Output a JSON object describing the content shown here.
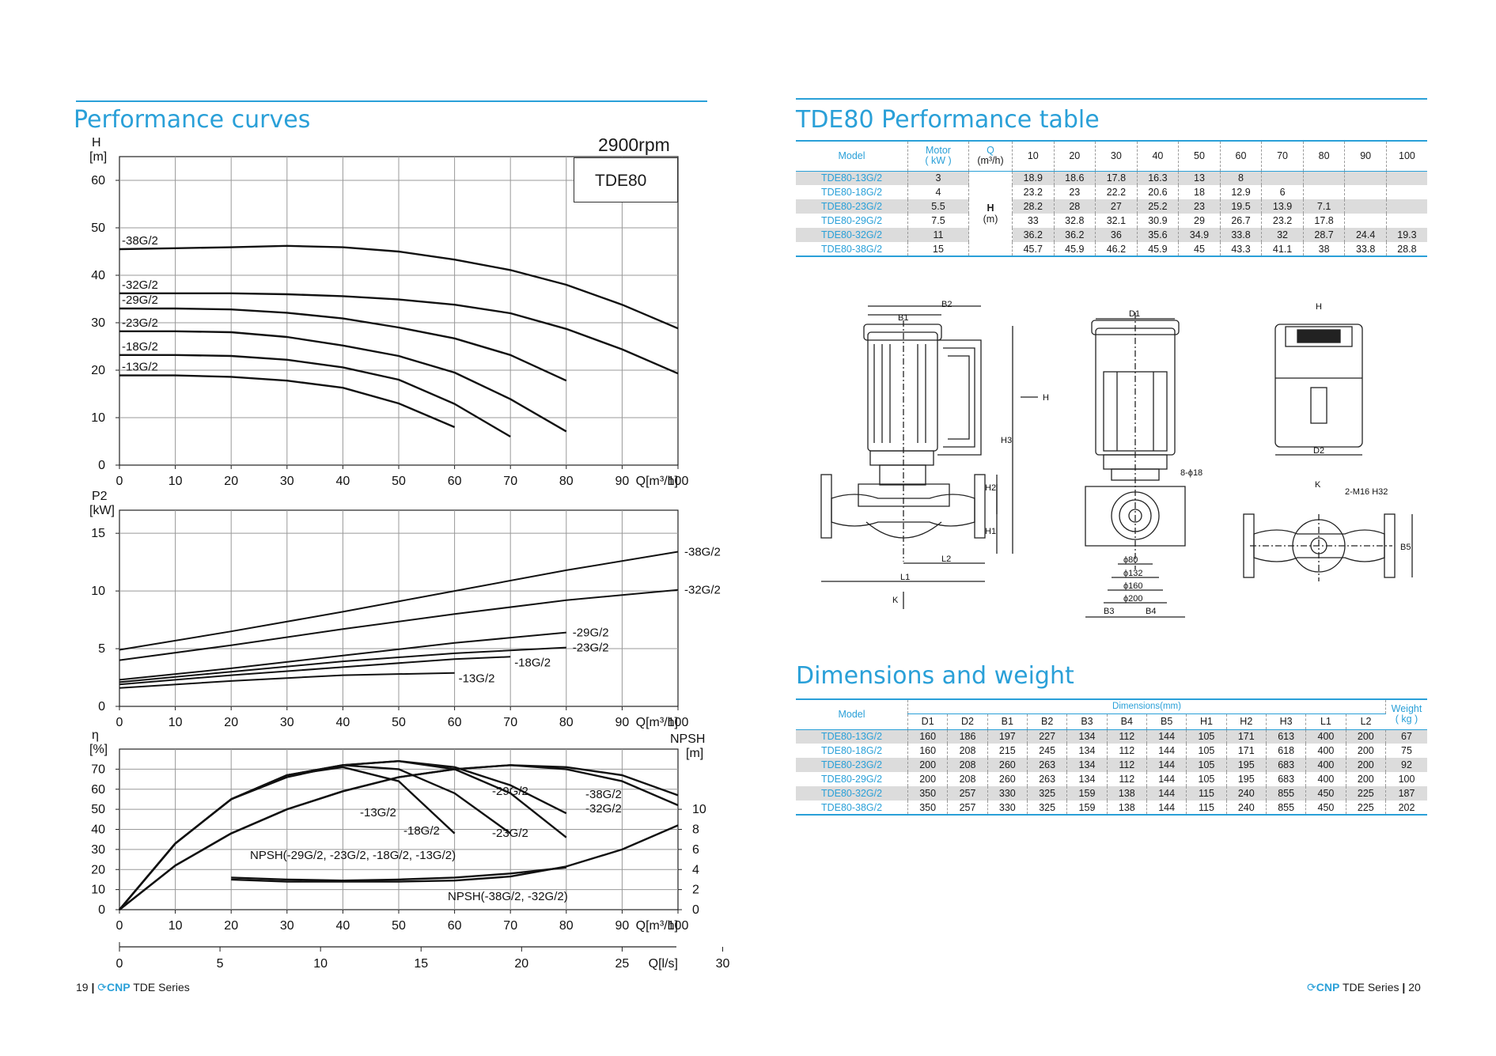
{
  "left": {
    "title": "Performance curves",
    "speed": "2900rpm",
    "model_box": "TDE80",
    "footer": {
      "page": "19",
      "brand": "CNP",
      "series": "TDE Series"
    }
  },
  "right": {
    "perf_title": "TDE80 Performance table",
    "dim_title": "Dimensions and weight",
    "footer": {
      "page": "20",
      "brand": "CNP",
      "series": "TDE Series"
    }
  },
  "perf_table": {
    "col_model": "Model",
    "col_motor": "Motor",
    "col_motor_unit": "( kW )",
    "col_q": "Q",
    "col_q_unit": "(m³/h)",
    "h_label": "H",
    "h_unit": "(m)",
    "q_values": [
      "10",
      "20",
      "30",
      "40",
      "50",
      "60",
      "70",
      "80",
      "90",
      "100"
    ],
    "rows": [
      {
        "model": "TDE80-13G/2",
        "motor": "3",
        "h": [
          "18.9",
          "18.6",
          "17.8",
          "16.3",
          "13",
          "8",
          "",
          "",
          "",
          ""
        ]
      },
      {
        "model": "TDE80-18G/2",
        "motor": "4",
        "h": [
          "23.2",
          "23",
          "22.2",
          "20.6",
          "18",
          "12.9",
          "6",
          "",
          "",
          ""
        ]
      },
      {
        "model": "TDE80-23G/2",
        "motor": "5.5",
        "h": [
          "28.2",
          "28",
          "27",
          "25.2",
          "23",
          "19.5",
          "13.9",
          "7.1",
          "",
          ""
        ]
      },
      {
        "model": "TDE80-29G/2",
        "motor": "7.5",
        "h": [
          "33",
          "32.8",
          "32.1",
          "30.9",
          "29",
          "26.7",
          "23.2",
          "17.8",
          "",
          ""
        ]
      },
      {
        "model": "TDE80-32G/2",
        "motor": "11",
        "h": [
          "36.2",
          "36.2",
          "36",
          "35.6",
          "34.9",
          "33.8",
          "32",
          "28.7",
          "24.4",
          "19.3"
        ]
      },
      {
        "model": "TDE80-38G/2",
        "motor": "15",
        "h": [
          "45.7",
          "45.9",
          "46.2",
          "45.9",
          "45",
          "43.3",
          "41.1",
          "38",
          "33.8",
          "28.8"
        ]
      }
    ]
  },
  "dim_table": {
    "col_model": "Model",
    "col_dims": "Dimensions",
    "col_dims_unit": "(mm)",
    "col_weight": "Weight",
    "col_weight_unit": "( kg )",
    "dim_cols": [
      "D1",
      "D2",
      "B1",
      "B2",
      "B3",
      "B4",
      "B5",
      "H1",
      "H2",
      "H3",
      "L1",
      "L2"
    ],
    "rows": [
      {
        "model": "TDE80-13G/2",
        "v": [
          "160",
          "186",
          "197",
          "227",
          "134",
          "112",
          "144",
          "105",
          "171",
          "613",
          "400",
          "200"
        ],
        "w": "67"
      },
      {
        "model": "TDE80-18G/2",
        "v": [
          "160",
          "208",
          "215",
          "245",
          "134",
          "112",
          "144",
          "105",
          "171",
          "618",
          "400",
          "200"
        ],
        "w": "75"
      },
      {
        "model": "TDE80-23G/2",
        "v": [
          "200",
          "208",
          "260",
          "263",
          "134",
          "112",
          "144",
          "105",
          "195",
          "683",
          "400",
          "200"
        ],
        "w": "92"
      },
      {
        "model": "TDE80-29G/2",
        "v": [
          "200",
          "208",
          "260",
          "263",
          "134",
          "112",
          "144",
          "105",
          "195",
          "683",
          "400",
          "200"
        ],
        "w": "100"
      },
      {
        "model": "TDE80-32G/2",
        "v": [
          "350",
          "257",
          "330",
          "325",
          "159",
          "138",
          "144",
          "115",
          "240",
          "855",
          "450",
          "225"
        ],
        "w": "187"
      },
      {
        "model": "TDE80-38G/2",
        "v": [
          "350",
          "257",
          "330",
          "325",
          "159",
          "138",
          "144",
          "115",
          "240",
          "855",
          "450",
          "225"
        ],
        "w": "202"
      }
    ]
  },
  "drawing_labels": {
    "b1": "B1",
    "b2": "B2",
    "b3": "B3",
    "b4": "B4",
    "b5": "B5",
    "d1": "D1",
    "d2": "D2",
    "h": "H",
    "h1": "H1",
    "h2": "H2",
    "h3": "H3",
    "l1": "L1",
    "l2": "L2",
    "k": "K",
    "holes": "8-ϕ18",
    "bolt": "2-M16 H32",
    "dia80": "ϕ80",
    "dia132": "ϕ132",
    "dia160": "ϕ160",
    "dia200": "ϕ200"
  },
  "chart_data": [
    {
      "type": "line",
      "title": "",
      "ylabel": "H",
      "yunit": "[m]",
      "xlabel": "Q[m³/h]",
      "xlim": [
        0,
        100
      ],
      "ylim": [
        0,
        65
      ],
      "xticks": [
        0,
        10,
        20,
        30,
        40,
        50,
        60,
        70,
        80,
        90,
        100
      ],
      "yticks": [
        0,
        10,
        20,
        30,
        40,
        50,
        60
      ],
      "grid": true,
      "series": [
        {
          "name": "-38G/2",
          "x": [
            0,
            10,
            20,
            30,
            40,
            50,
            60,
            70,
            80,
            90,
            100
          ],
          "y": [
            45.5,
            45.7,
            45.9,
            46.2,
            45.9,
            45,
            43.3,
            41.1,
            38,
            33.8,
            28.8
          ]
        },
        {
          "name": "-32G/2",
          "x": [
            0,
            10,
            20,
            30,
            40,
            50,
            60,
            70,
            80,
            90,
            100
          ],
          "y": [
            36.2,
            36.2,
            36.2,
            36,
            35.6,
            34.9,
            33.8,
            32,
            28.7,
            24.4,
            19.3
          ]
        },
        {
          "name": "-29G/2",
          "x": [
            0,
            10,
            20,
            30,
            40,
            50,
            60,
            70,
            80
          ],
          "y": [
            33,
            33,
            32.8,
            32.1,
            30.9,
            29,
            26.7,
            23.2,
            17.8
          ]
        },
        {
          "name": "-23G/2",
          "x": [
            0,
            10,
            20,
            30,
            40,
            50,
            60,
            70,
            80
          ],
          "y": [
            28.2,
            28.2,
            28,
            27,
            25.2,
            23,
            19.5,
            13.9,
            7.1
          ]
        },
        {
          "name": "-18G/2",
          "x": [
            0,
            10,
            20,
            30,
            40,
            50,
            60,
            70
          ],
          "y": [
            23.2,
            23.2,
            23,
            22.2,
            20.6,
            18,
            12.9,
            6
          ]
        },
        {
          "name": "-13G/2",
          "x": [
            0,
            10,
            20,
            30,
            40,
            50,
            60
          ],
          "y": [
            18.9,
            18.9,
            18.6,
            17.8,
            16.3,
            13,
            8
          ]
        }
      ]
    },
    {
      "type": "line",
      "title": "",
      "ylabel": "P2",
      "yunit": "[kW]",
      "xlabel": "Q[m³/h]",
      "xlim": [
        0,
        100
      ],
      "ylim": [
        0,
        17
      ],
      "xticks": [
        0,
        10,
        20,
        30,
        40,
        50,
        60,
        70,
        80,
        90,
        100
      ],
      "yticks": [
        0,
        5,
        10,
        15
      ],
      "grid": true,
      "series": [
        {
          "name": "-38G/2",
          "x": [
            0,
            20,
            40,
            60,
            80,
            100
          ],
          "y": [
            4.9,
            6.5,
            8.2,
            10,
            11.8,
            13.4
          ]
        },
        {
          "name": "-32G/2",
          "x": [
            0,
            20,
            40,
            60,
            80,
            100
          ],
          "y": [
            4,
            5.3,
            6.7,
            8.0,
            9.2,
            10.1
          ]
        },
        {
          "name": "-29G/2",
          "x": [
            0,
            20,
            40,
            60,
            80
          ],
          "y": [
            2.3,
            3.3,
            4.4,
            5.5,
            6.4
          ]
        },
        {
          "name": "-23G/2",
          "x": [
            0,
            20,
            40,
            60,
            80
          ],
          "y": [
            2.1,
            3.0,
            3.9,
            4.6,
            5.1
          ]
        },
        {
          "name": "-18G/2",
          "x": [
            0,
            20,
            40,
            60,
            70
          ],
          "y": [
            1.9,
            2.7,
            3.4,
            4.1,
            4.3
          ]
        },
        {
          "name": "-13G/2",
          "x": [
            0,
            20,
            40,
            60
          ],
          "y": [
            1.6,
            2.2,
            2.7,
            2.9
          ]
        }
      ]
    },
    {
      "type": "line",
      "title": "",
      "ylabel": "η",
      "yunit": "[%]",
      "y2label": "NPSH",
      "y2unit": "[m]",
      "xlabel": "Q[m³/h]",
      "x2label": "Q[l/s]",
      "xlim": [
        0,
        100
      ],
      "ylim": [
        0,
        80
      ],
      "y2lim": [
        0,
        16
      ],
      "xticks": [
        0,
        10,
        20,
        30,
        40,
        50,
        60,
        70,
        80,
        90,
        100
      ],
      "x2ticks": [
        0,
        5,
        10,
        15,
        20,
        25,
        30
      ],
      "yticks": [
        0,
        10,
        20,
        30,
        40,
        50,
        60,
        70
      ],
      "y2ticks": [
        0,
        2,
        4,
        6,
        8,
        10
      ],
      "grid": true,
      "series": [
        {
          "name": "-13G/2",
          "x": [
            0,
            10,
            20,
            30,
            40,
            50,
            60
          ],
          "y": [
            0,
            33,
            55,
            67,
            71,
            64,
            38
          ]
        },
        {
          "name": "-18G/2",
          "x": [
            0,
            10,
            20,
            30,
            40,
            50,
            60,
            70
          ],
          "y": [
            0,
            33,
            55,
            67,
            72,
            70,
            58,
            38
          ]
        },
        {
          "name": "-29G/2",
          "x": [
            0,
            10,
            20,
            30,
            40,
            50,
            60,
            70,
            80
          ],
          "y": [
            0,
            33,
            55,
            66,
            72,
            74,
            71,
            62,
            48
          ]
        },
        {
          "name": "-23G/2",
          "x": [
            0,
            10,
            20,
            30,
            40,
            50,
            60,
            70,
            80
          ],
          "y": [
            0,
            33,
            55,
            67,
            72,
            74,
            70,
            58,
            36
          ]
        },
        {
          "name": "-38G/2",
          "x": [
            0,
            10,
            20,
            30,
            40,
            50,
            60,
            70,
            80,
            90,
            100
          ],
          "y": [
            0,
            22,
            38,
            50,
            59,
            66,
            70,
            72,
            71,
            67,
            57
          ]
        },
        {
          "name": "-32G/2",
          "x": [
            0,
            10,
            20,
            30,
            40,
            50,
            60,
            70,
            80,
            90,
            100
          ],
          "y": [
            0,
            22,
            38,
            50,
            59,
            66,
            70,
            72,
            70,
            64,
            52
          ]
        },
        {
          "name": "NPSH(-29G/2, -23G/2, -18G/2, -13G/2)",
          "axis": "y2",
          "x": [
            20,
            30,
            40,
            50,
            60,
            70,
            80
          ],
          "y": [
            3.2,
            3.0,
            2.9,
            3.0,
            3.2,
            3.6,
            4.2
          ]
        },
        {
          "name": "NPSH(-38G/2, -32G/2)",
          "axis": "y2",
          "x": [
            20,
            30,
            40,
            50,
            60,
            70,
            80,
            90,
            100
          ],
          "y": [
            3.0,
            2.8,
            2.8,
            2.8,
            2.9,
            3.3,
            4.3,
            6.0,
            8.4
          ]
        }
      ]
    }
  ]
}
